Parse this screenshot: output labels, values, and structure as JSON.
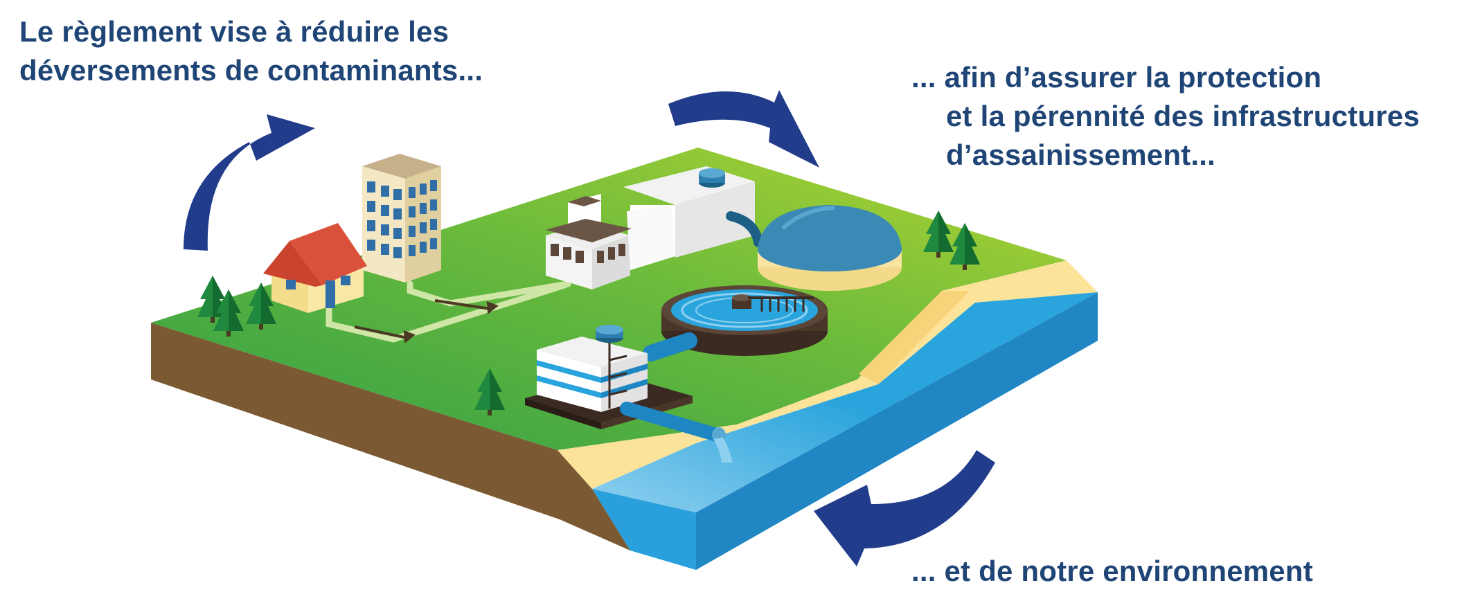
{
  "colors": {
    "text": "#1f4576",
    "arrow": "#223c8c",
    "grass_light": "#a9cf3c",
    "grass_dark": "#2e9e46",
    "soil": "#7b5a33",
    "water": "#2aa4dc",
    "water_side": "#1e86c3",
    "sand": "#fbe39a",
    "roof": "#d9513b"
  },
  "captions": {
    "top_left": {
      "line1": "Le règlement vise à réduire  les",
      "line2": "déversements de contaminants..."
    },
    "top_right": {
      "line1": "... afin d’assurer la protection",
      "line2": "et la pérennité des infrastructures",
      "line3": "d’assainissement..."
    },
    "bottom_right": {
      "line1": "... et de notre environnement"
    }
  },
  "icons": [
    "curved-arrow-icon",
    "house-icon",
    "apartment-building-icon",
    "treatment-plant-icon",
    "digester-dome-icon",
    "clarifier-tank-icon",
    "pumping-station-icon",
    "tree-icon",
    "outfall-pipe-icon"
  ]
}
